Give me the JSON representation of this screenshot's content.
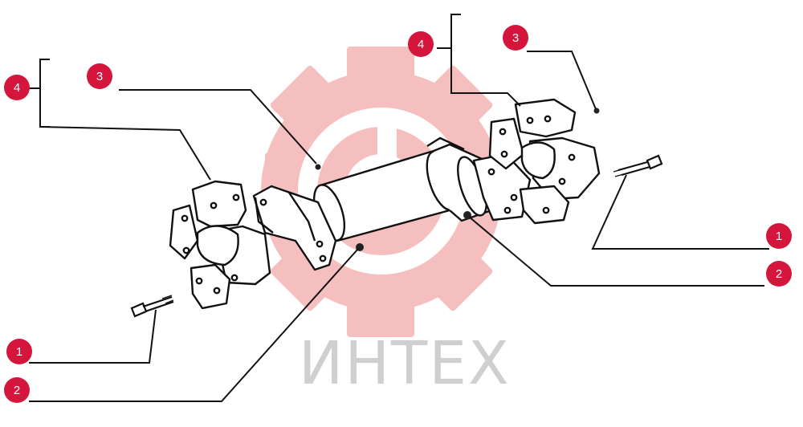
{
  "watermark": {
    "brand_text": "ИНТЕХ",
    "gear_color": "#f6b9b9",
    "text_color": "#cfcfcf"
  },
  "callout_style": {
    "badge_color": "#d4163c",
    "text_color": "#ffffff",
    "line_color": "#111111"
  },
  "callouts": {
    "left_top_4": "4",
    "left_top_3": "3",
    "left_bottom_1": "1",
    "left_bottom_2": "2",
    "right_top_4": "4",
    "right_top_3": "3",
    "right_1": "1",
    "right_2": "2"
  }
}
